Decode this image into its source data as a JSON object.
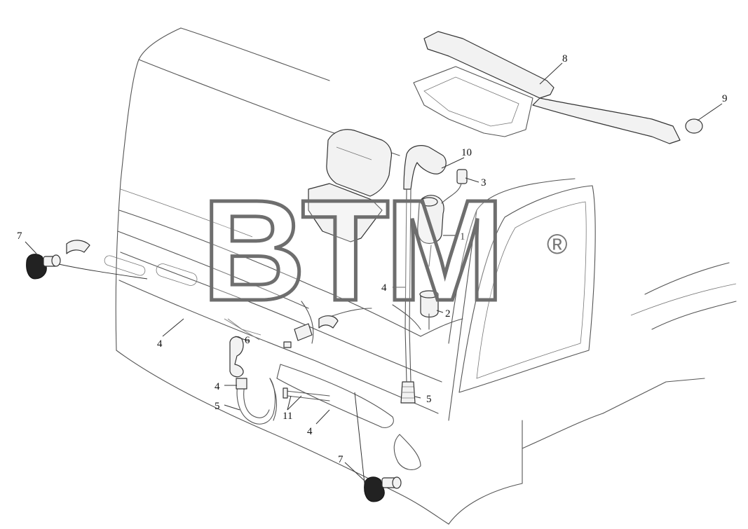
{
  "watermark": {
    "text": "BTM",
    "mark": "®"
  },
  "callouts": [
    {
      "id": "c1",
      "label": "1"
    },
    {
      "id": "c2",
      "label": "2"
    },
    {
      "id": "c3",
      "label": "3"
    },
    {
      "id": "c4a",
      "label": "4"
    },
    {
      "id": "c4b",
      "label": "4"
    },
    {
      "id": "c4c",
      "label": "4"
    },
    {
      "id": "c4d",
      "label": "4"
    },
    {
      "id": "c5a",
      "label": "5"
    },
    {
      "id": "c5b",
      "label": "5"
    },
    {
      "id": "c6",
      "label": "6"
    },
    {
      "id": "c7a",
      "label": "7"
    },
    {
      "id": "c7b",
      "label": "7"
    },
    {
      "id": "c8",
      "label": "8"
    },
    {
      "id": "c9",
      "label": "9"
    },
    {
      "id": "c10",
      "label": "10"
    },
    {
      "id": "c11",
      "label": "11"
    }
  ]
}
